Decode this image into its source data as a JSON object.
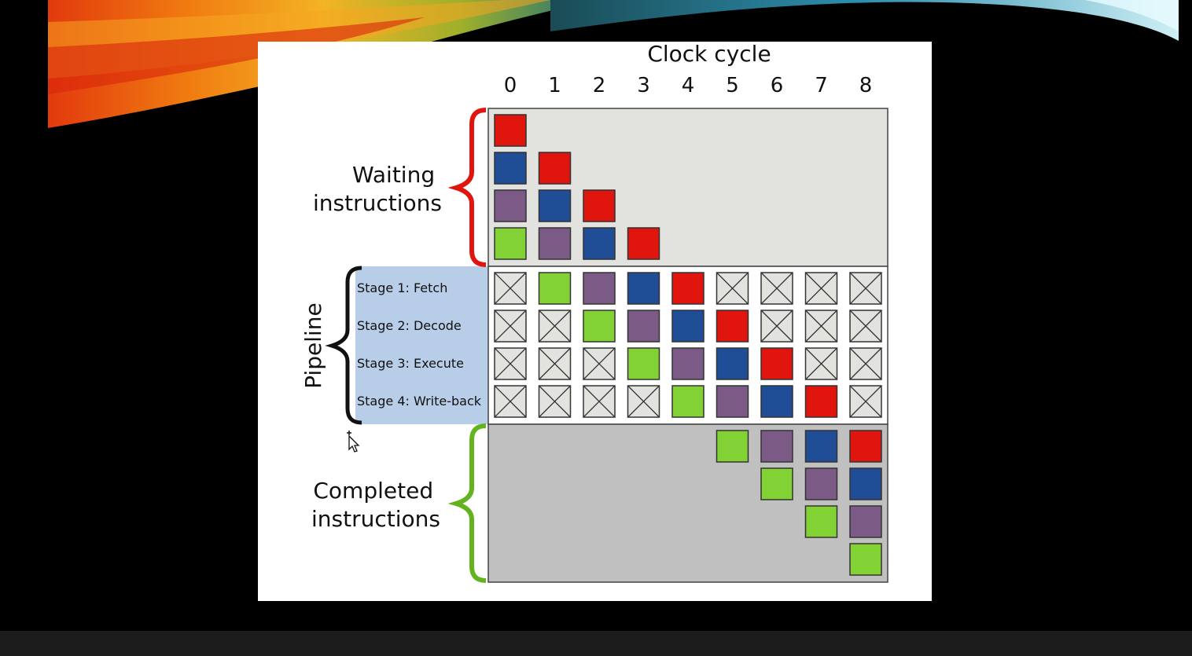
{
  "diagram": {
    "title": "Clock cycle",
    "cycles": [
      "0",
      "1",
      "2",
      "3",
      "4",
      "5",
      "6",
      "7",
      "8"
    ],
    "waiting_label": [
      "Waiting",
      "instructions"
    ],
    "pipeline_label": "Pipeline",
    "completed_label": [
      "Completed",
      "instructions"
    ],
    "stages": [
      "Stage 1: Fetch",
      "Stage 2: Decode",
      "Stage 3: Execute",
      "Stage 4: Write-back"
    ],
    "instruction_colors": {
      "green": "#82d236",
      "purple": "#7b5a85",
      "blue": "#1f4e96",
      "red": "#e0150d"
    },
    "region_colors": {
      "waiting_bg": "#e2e2df",
      "pipeline_bg": "#ffffff",
      "completed_bg": "#c0c0c0",
      "stage_label_bg": "#b8cde8",
      "waiting_brace": "#e0150d",
      "completed_brace": "#63b31f",
      "empty_slot": "#e2e2df"
    },
    "waiting_grid": [
      [
        "red",
        "",
        "",
        "",
        "",
        "",
        "",
        "",
        ""
      ],
      [
        "blue",
        "red",
        "",
        "",
        "",
        "",
        "",
        "",
        ""
      ],
      [
        "purple",
        "blue",
        "red",
        "",
        "",
        "",
        "",
        "",
        ""
      ],
      [
        "green",
        "purple",
        "blue",
        "red",
        "",
        "",
        "",
        "",
        ""
      ]
    ],
    "pipeline_grid": [
      [
        "empty",
        "green",
        "purple",
        "blue",
        "red",
        "empty",
        "empty",
        "empty",
        "empty"
      ],
      [
        "empty",
        "empty",
        "green",
        "purple",
        "blue",
        "red",
        "empty",
        "empty",
        "empty"
      ],
      [
        "empty",
        "empty",
        "empty",
        "green",
        "purple",
        "blue",
        "red",
        "empty",
        "empty"
      ],
      [
        "empty",
        "empty",
        "empty",
        "empty",
        "green",
        "purple",
        "blue",
        "red",
        "empty"
      ]
    ],
    "completed_grid": [
      [
        "",
        "",
        "",
        "",
        "",
        "green",
        "purple",
        "blue",
        "red"
      ],
      [
        "",
        "",
        "",
        "",
        "",
        "",
        "green",
        "purple",
        "blue"
      ],
      [
        "",
        "",
        "",
        "",
        "",
        "",
        "",
        "green",
        "purple"
      ],
      [
        "",
        "",
        "",
        "",
        "",
        "",
        "",
        "",
        "green"
      ]
    ]
  }
}
